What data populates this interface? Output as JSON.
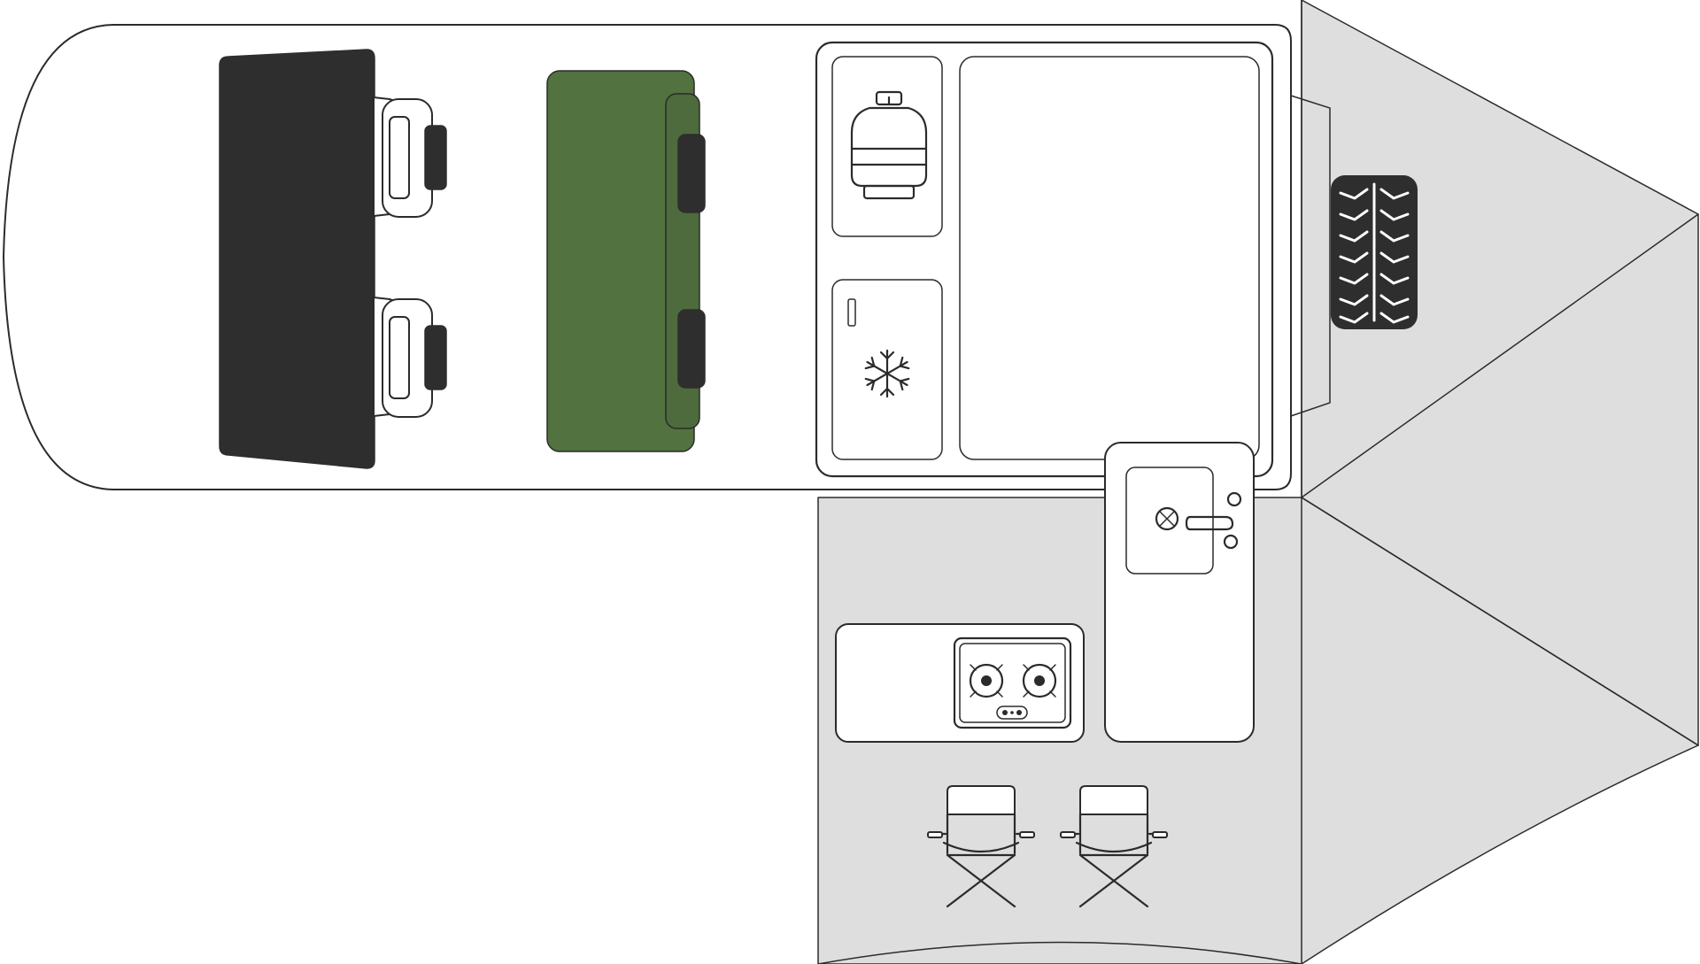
{
  "diagram": {
    "type": "campervan-floor-plan",
    "elements": [
      {
        "name": "van-body"
      },
      {
        "name": "windscreen"
      },
      {
        "name": "driver-seat"
      },
      {
        "name": "passenger-seat"
      },
      {
        "name": "bench-seat-bed"
      },
      {
        "name": "gas-bottle-icon"
      },
      {
        "name": "fridge"
      },
      {
        "name": "snowflake-icon"
      },
      {
        "name": "storage-cabinet"
      },
      {
        "name": "sink-unit"
      },
      {
        "name": "two-burner-stove"
      },
      {
        "name": "camp-chair-left"
      },
      {
        "name": "camp-chair-right"
      },
      {
        "name": "spare-tyre-icon"
      },
      {
        "name": "awning"
      }
    ]
  },
  "colors": {
    "outline": "#2b2b2b",
    "awning_fill": "#dedede",
    "windscreen_fill": "#2e2e2e",
    "bench_fill": "#527240",
    "bench_back": "#4d6b3c",
    "background": "#ffffff"
  }
}
